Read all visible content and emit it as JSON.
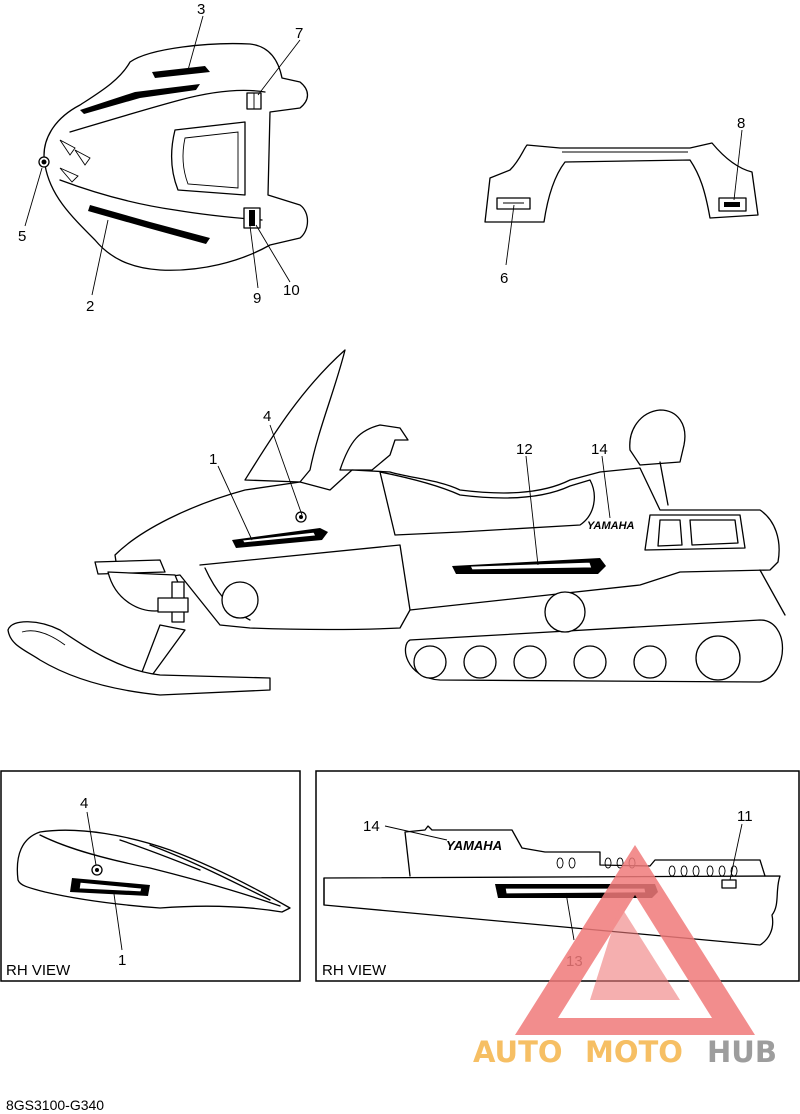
{
  "callouts": {
    "c1": "1",
    "c2": "2",
    "c3": "3",
    "c4": "4",
    "c5": "5",
    "c6": "6",
    "c7": "7",
    "c8": "8",
    "c9": "9",
    "c10": "10",
    "c11": "11",
    "c12": "12",
    "c13": "13",
    "c14": "14",
    "p1_c4": "4",
    "p1_c1": "1",
    "p2_c14": "14",
    "p2_c11": "11",
    "p2_c13": "13"
  },
  "decal_text": {
    "yamaha_main": "YAMAHA",
    "yamaha_panel": "YAMAHA"
  },
  "views": {
    "left_panel": "RH VIEW",
    "right_panel": "RH VIEW"
  },
  "watermark": {
    "part1": "AUTO",
    "part2": "MOTO",
    "part3": "HUB",
    "color_triangle": "#f07a7a",
    "color_text1": "#f5b44a",
    "color_text2": "#8c8c8c"
  },
  "document_number": "8GS3100-G340"
}
